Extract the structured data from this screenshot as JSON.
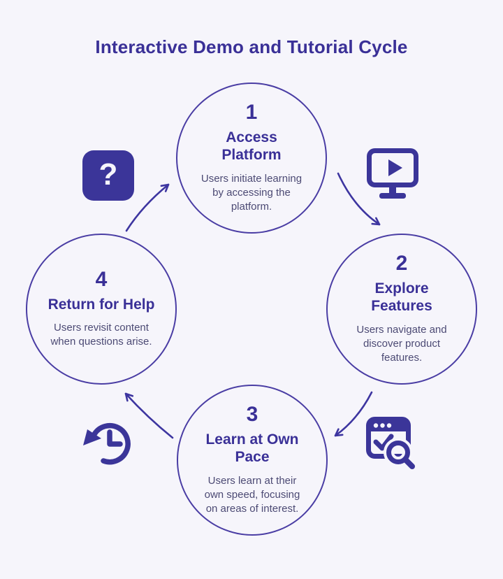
{
  "title": "Interactive Demo and Tutorial Cycle",
  "colors": {
    "background": "#f6f5fb",
    "primary_text": "#3a3097",
    "icon_fill": "#3b3599",
    "circle_border": "#4a3da4",
    "description_text": "#4c4a74",
    "arrow": "#3d35a0"
  },
  "steps": [
    {
      "number": "1",
      "title": "Access Platform",
      "description": "Users initiate learning by accessing the platform."
    },
    {
      "number": "2",
      "title": "Explore Features",
      "description": "Users navigate and discover product features."
    },
    {
      "number": "3",
      "title": "Learn at Own Pace",
      "description": "Users learn at their own speed, focusing on areas of interest."
    },
    {
      "number": "4",
      "title": "Return for Help",
      "description": "Users revisit content when questions arise."
    }
  ],
  "icons": [
    {
      "name": "question-mark-icon",
      "glyph": "?"
    },
    {
      "name": "monitor-play-icon"
    },
    {
      "name": "browser-search-icon"
    },
    {
      "name": "clock-history-icon"
    }
  ]
}
